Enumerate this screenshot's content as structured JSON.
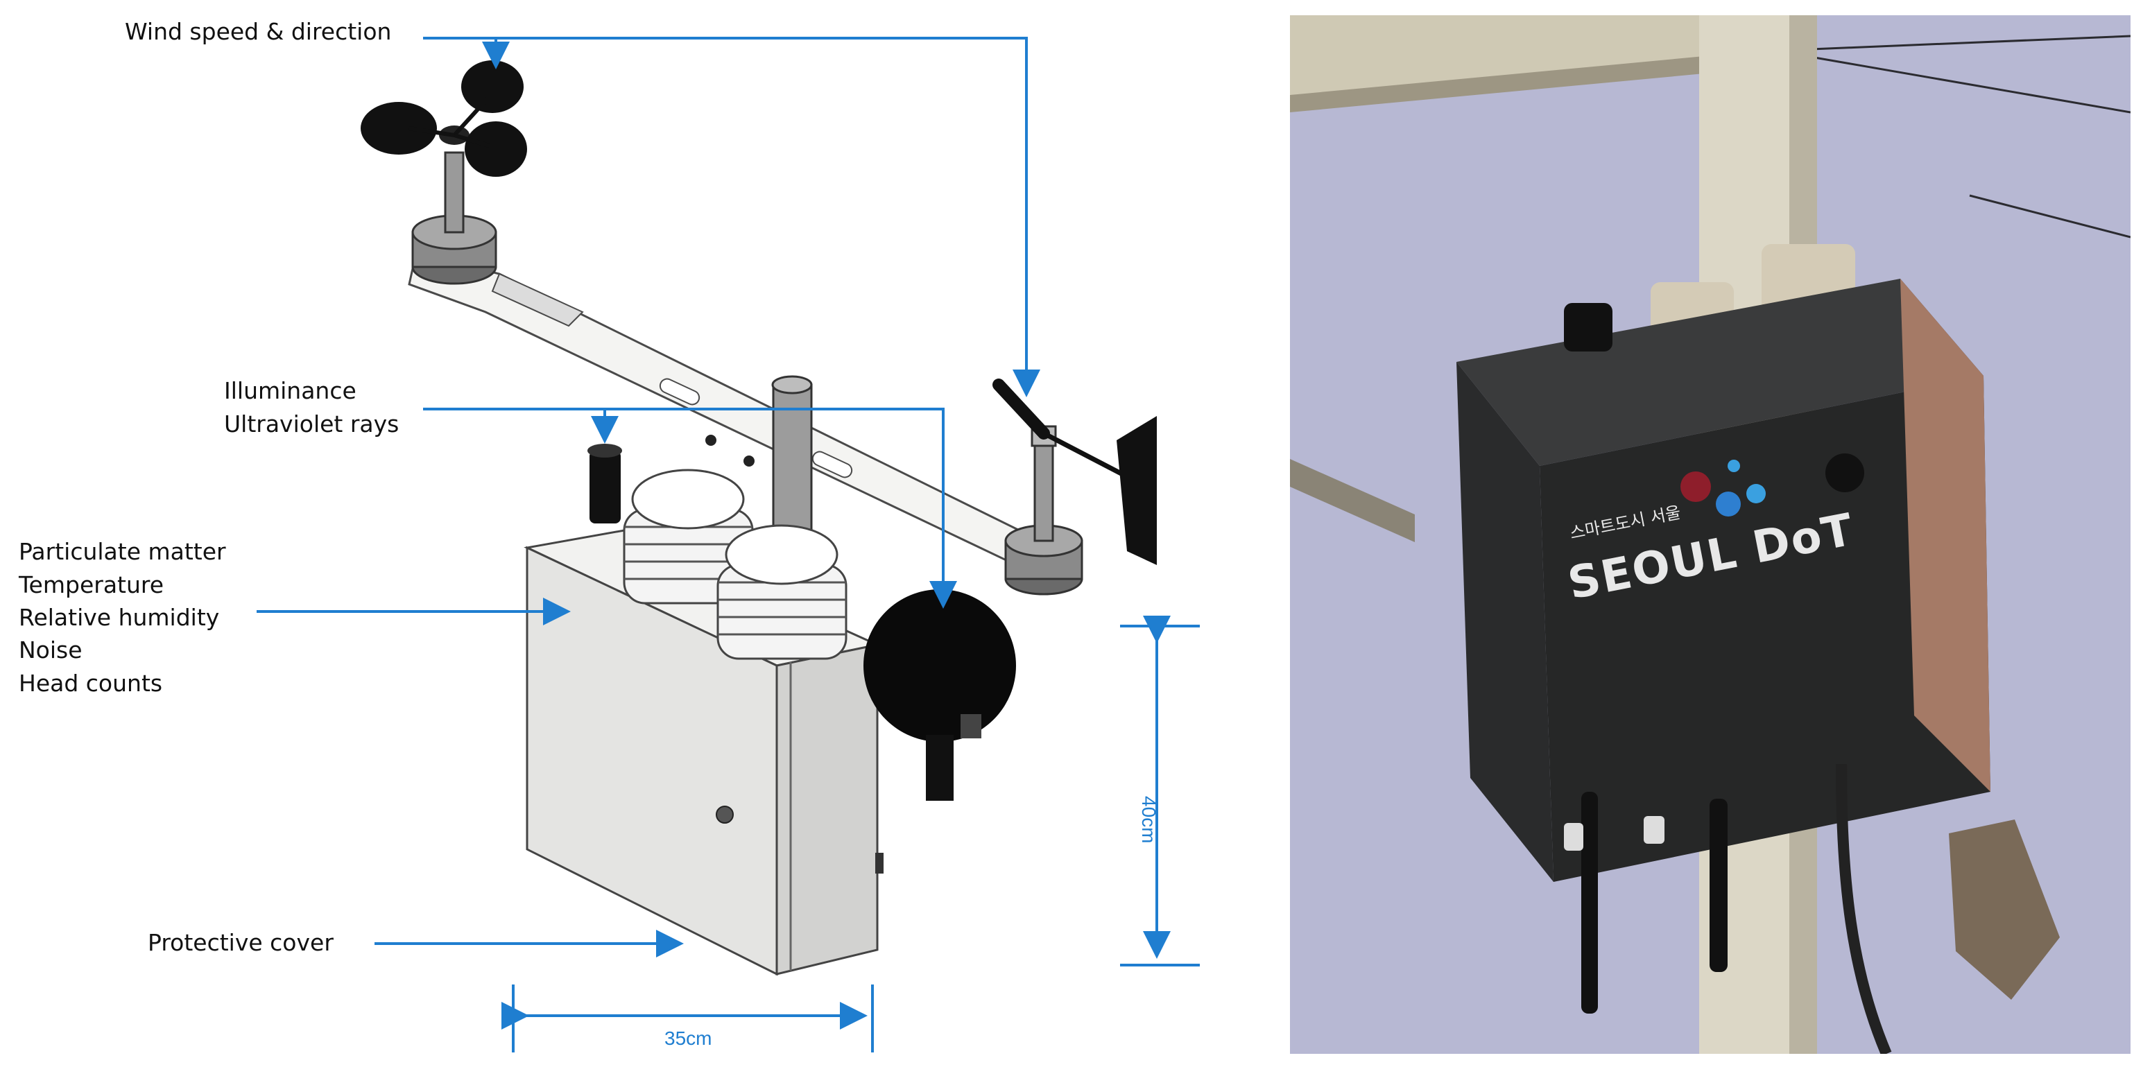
{
  "labels": {
    "wind": "Wind speed & direction",
    "illuminance": "Illuminance",
    "uv": "Ultraviolet rays",
    "particulate": "Particulate matter",
    "temperature": "Temperature",
    "humidity": "Relative humidity",
    "noise": "Noise",
    "headcounts": "Head counts",
    "cover": "Protective cover"
  },
  "dimensions": {
    "width": "35cm",
    "height": "40cm"
  },
  "photo": {
    "brand_small": "스마트도시 서울",
    "brand": "SEOUL DoT"
  },
  "colors": {
    "callout": "#1f7ed0",
    "box_body": "#e4e4e2",
    "device_dark": "#262727",
    "sky": "#b7b8d3"
  }
}
